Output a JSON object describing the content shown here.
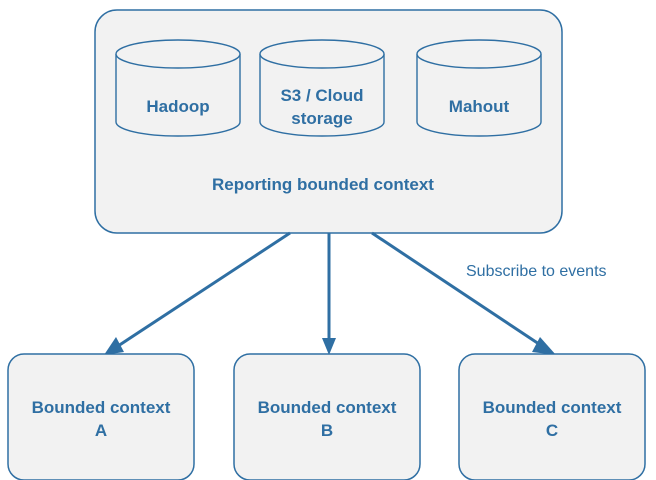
{
  "reporting": {
    "title": "Reporting bounded context",
    "stores": [
      {
        "lines": [
          "Hadoop"
        ]
      },
      {
        "lines": [
          "S3 / Cloud",
          "storage"
        ]
      },
      {
        "lines": [
          "Mahout"
        ]
      }
    ]
  },
  "edge_label": "Subscribe to events",
  "contexts": [
    {
      "lines": [
        "Bounded context",
        "A"
      ]
    },
    {
      "lines": [
        "Bounded context",
        "B"
      ]
    },
    {
      "lines": [
        "Bounded context",
        "C"
      ]
    }
  ],
  "colors": {
    "stroke": "#2f6fa3",
    "fill": "#f2f2f2",
    "text": "#2f6fa3"
  }
}
